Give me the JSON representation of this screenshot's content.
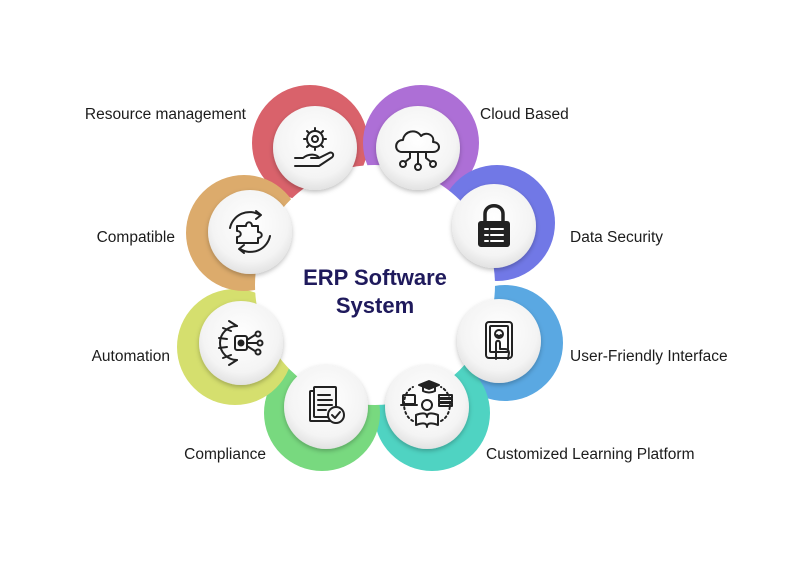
{
  "title": {
    "line1": "ERP Software",
    "line2": "System"
  },
  "features": [
    {
      "label": "Resource management",
      "icon": "gear-hand-icon",
      "color": "#d9626b"
    },
    {
      "label": "Cloud Based",
      "icon": "cloud-network-icon",
      "color": "#ad6fd6"
    },
    {
      "label": "Data Security",
      "icon": "padlock-icon",
      "color": "#7178e6"
    },
    {
      "label": "User-Friendly Interface",
      "icon": "touch-screen-icon",
      "color": "#5aa8e2"
    },
    {
      "label": "Customized Learning Platform",
      "icon": "learning-icon",
      "color": "#4fd3c2"
    },
    {
      "label": "Compliance",
      "icon": "document-check-icon",
      "color": "#78d97f"
    },
    {
      "label": "Automation",
      "icon": "automation-gear-icon",
      "color": "#d5df6e"
    },
    {
      "label": "Compatible",
      "icon": "puzzle-sync-icon",
      "color": "#dcab6c"
    }
  ]
}
